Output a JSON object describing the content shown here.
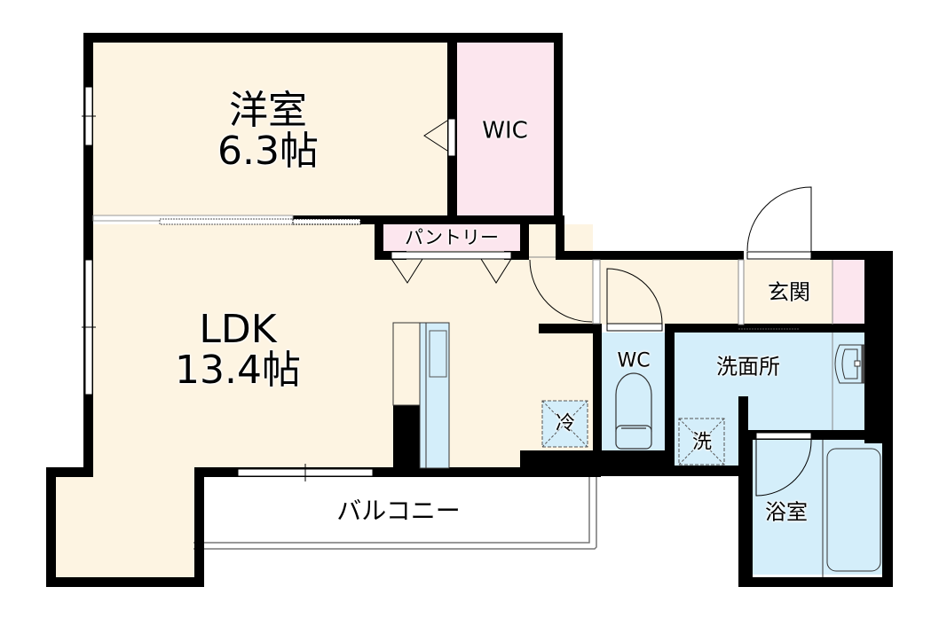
{
  "floor_plan": {
    "colors": {
      "living": "#fdf4e2",
      "storage": "#fce6ee",
      "wet": "#d4eefa",
      "wall": "#000000",
      "balcony": "#ffffff"
    },
    "rooms": {
      "western_room": {
        "name": "洋室",
        "size": "6.3帖"
      },
      "wic": {
        "name": "WIC"
      },
      "pantry": {
        "name": "パントリー"
      },
      "ldk": {
        "name": "LDK",
        "size": "13.4帖"
      },
      "entrance": {
        "name": "玄関"
      },
      "wc": {
        "name": "WC"
      },
      "washroom": {
        "name": "洗面所"
      },
      "bathroom": {
        "name": "浴室"
      },
      "balcony": {
        "name": "バルコニー"
      }
    },
    "fixtures": {
      "fridge_space": "冷",
      "washer_space": "洗"
    },
    "icons": [
      "sink-icon",
      "toilet-icon",
      "bathtub-icon",
      "kitchen-counter-icon",
      "door-swing-icon",
      "window-icon"
    ]
  }
}
